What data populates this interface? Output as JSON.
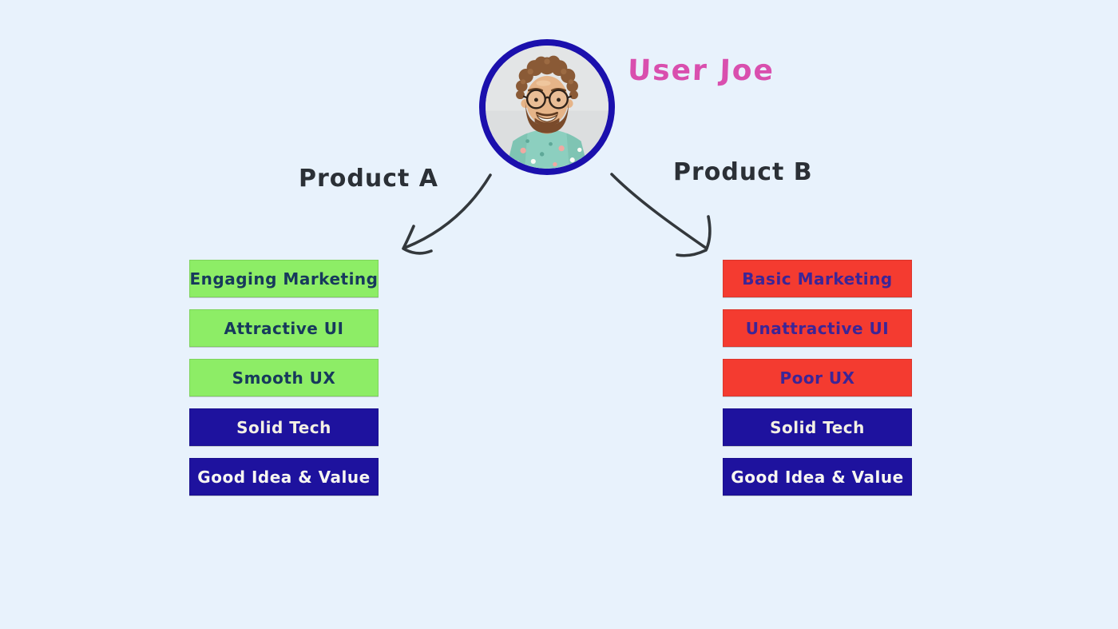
{
  "background": "#e8f2fc",
  "user": {
    "name": "User Joe",
    "name_color": "#d94fae"
  },
  "label_color": "#2b3036",
  "arrow_color": "#33383c",
  "avatar": {
    "border_color": "#1b10ad"
  },
  "branches": [
    {
      "label": "Product A",
      "items": [
        {
          "text": "Engaging Marketing",
          "bg": "#8ded66",
          "fg": "#17395c"
        },
        {
          "text": "Attractive UI",
          "bg": "#8ded66",
          "fg": "#17395c"
        },
        {
          "text": "Smooth UX",
          "bg": "#8ded66",
          "fg": "#17395c"
        },
        {
          "text": "Solid Tech",
          "bg": "#1e129e",
          "fg": "#f3f0e4"
        },
        {
          "text": "Good Idea & Value",
          "bg": "#1e129e",
          "fg": "#f7f6f1"
        }
      ]
    },
    {
      "label": "Product B",
      "items": [
        {
          "text": "Basic Marketing",
          "bg": "#f43b30",
          "fg": "#3c2597"
        },
        {
          "text": "Unattractive UI",
          "bg": "#f43b30",
          "fg": "#3c2597"
        },
        {
          "text": "Poor UX",
          "bg": "#f43b30",
          "fg": "#3c2597"
        },
        {
          "text": "Solid Tech",
          "bg": "#1e129e",
          "fg": "#f3f0e4"
        },
        {
          "text": "Good Idea & Value",
          "bg": "#1e129e",
          "fg": "#f7f6f1"
        }
      ]
    }
  ]
}
